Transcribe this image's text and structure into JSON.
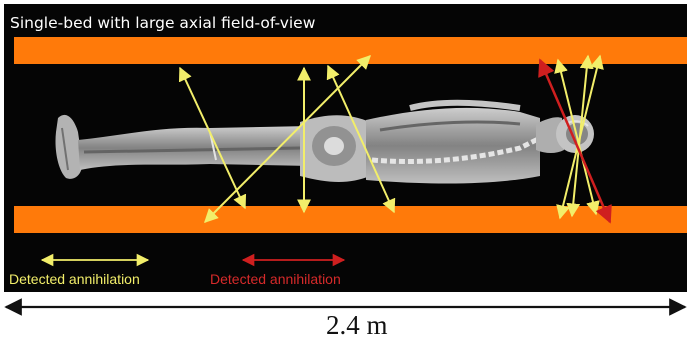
{
  "title": "Single-bed with large axial field-of-view",
  "legend": [
    {
      "label": "Detected annihilation",
      "color": "#f2ee6a"
    },
    {
      "label": "Detected annihilation",
      "color": "#cf1f1f"
    }
  ],
  "scale": {
    "label": "2.4 m"
  },
  "colors": {
    "background": "#050505",
    "detector": "#ff7a0a",
    "annihilation_yellow": "#f2ee6a",
    "annihilation_red": "#cf1f1f",
    "scale_arrow": "#111111"
  },
  "icons": [
    "patient-mri-body",
    "double-arrow"
  ]
}
